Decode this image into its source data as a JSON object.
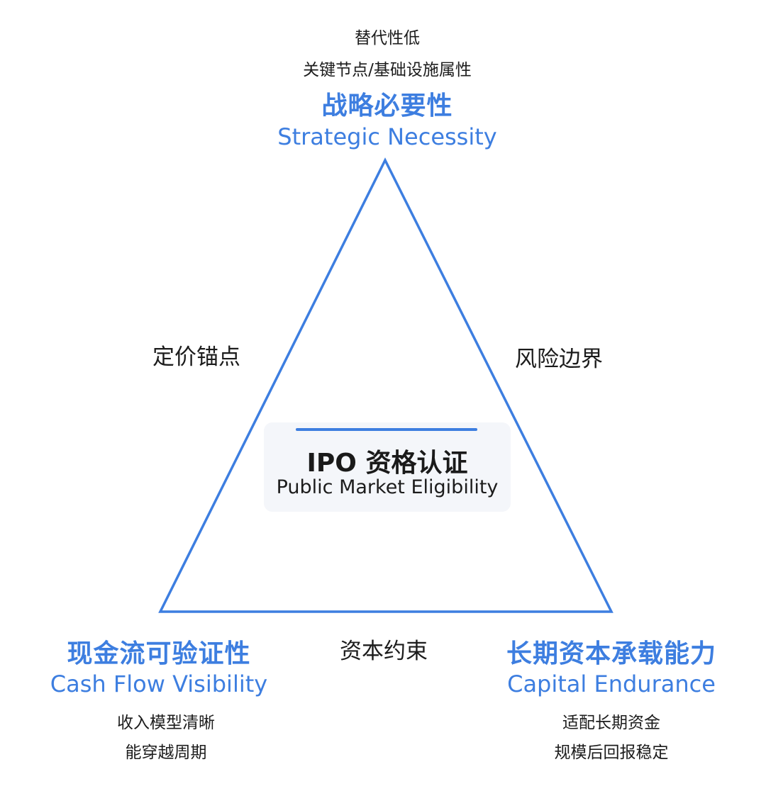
{
  "top": {
    "note_1": "替代性低",
    "note_2": "关键节点/基础设施属性",
    "title_cn": "战略必要性",
    "title_en": "Strategic Necessity"
  },
  "bottom_left": {
    "title_cn": "现金流可验证性",
    "title_en": "Cash Flow Visibility",
    "note_1": "收入模型清晰",
    "note_2": "能穿越周期"
  },
  "bottom_right": {
    "title_cn": "长期资本承载能力",
    "title_en": "Capital Endurance",
    "note_1": "适配长期资金",
    "note_2": "规模后回报稳定"
  },
  "edges": {
    "left": "定价锚点",
    "right": "风险边界",
    "bottom": "资本约束"
  },
  "center": {
    "title_cn": "IPO 资格认证",
    "title_en": "Public Market Eligibility"
  },
  "colors": {
    "accent": "#3d7ee0",
    "text": "#1c1c1c",
    "center_bg": "#f4f6fa"
  }
}
